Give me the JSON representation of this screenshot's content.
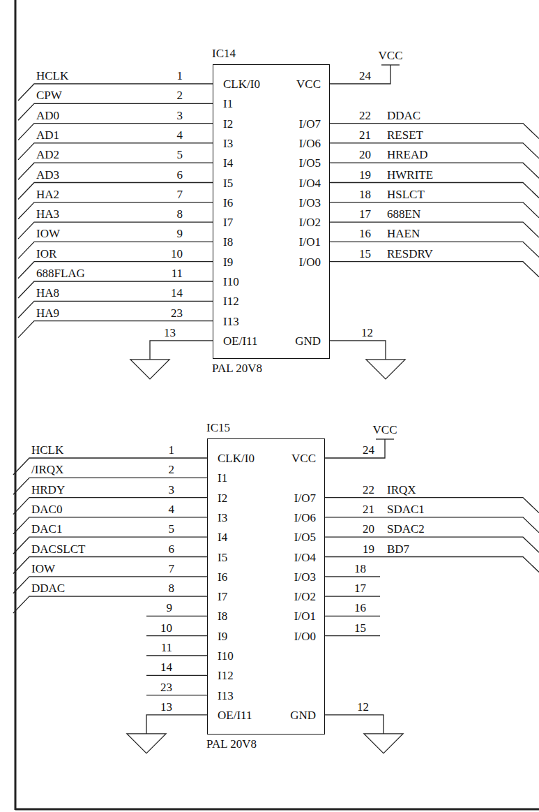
{
  "diagram": {
    "nodes": [
      {
        "text": [
          "IC14",
          "CLK/I0",
          "I1",
          "I2",
          "I3",
          "I4",
          "I5",
          "I6",
          "I7",
          "I8",
          "I9",
          "I10",
          "I12",
          "I13",
          "OE/I11",
          "VCC",
          "I/O7",
          "I/O6",
          "I/O5",
          "I/O4",
          "I/O3",
          "I/O2",
          "I/O1",
          "I/O0",
          "GND",
          "PAL 20V8"
        ]
      },
      {
        "text": [
          "IC15",
          "CLK/I0",
          "I1",
          "I2",
          "I3",
          "I4",
          "I5",
          "I6",
          "I7",
          "I8",
          "I9",
          "I10",
          "I12",
          "I13",
          "OE/I11",
          "VCC",
          "I/O7",
          "I/O6",
          "I/O5",
          "I/O4",
          "I/O3",
          "I/O2",
          "I/O1",
          "I/O0",
          "GND",
          "PAL 20V8"
        ]
      }
    ],
    "labels": [
      "HCLK",
      "1",
      "CPW",
      "2",
      "AD0",
      "3",
      "AD1",
      "4",
      "AD2",
      "5",
      "AD3",
      "6",
      "HA2",
      "7",
      "HA3",
      "8",
      "IOW",
      "9",
      "IOR",
      "10",
      "688FLAG",
      "11",
      "HA8",
      "14",
      "HA9",
      "23",
      "13",
      "VCC",
      "24",
      "22",
      "DDAC",
      "21",
      "RESET",
      "20",
      "HREAD",
      "19",
      "HWRITE",
      "18",
      "HSLCT",
      "17",
      "688EN",
      "16",
      "HAEN",
      "15",
      "RESDRV",
      "12",
      "HCLK",
      "1",
      "/IRQX",
      "2",
      "HRDY",
      "3",
      "DAC0",
      "4",
      "DAC1",
      "5",
      "DACSLCT",
      "6",
      "IOW",
      "7",
      "DDAC",
      "8",
      "9",
      "10",
      "11",
      "14",
      "23",
      "13",
      "VCC",
      "24",
      "22",
      "IRQX",
      "21",
      "SDAC1",
      "20",
      "SDAC2",
      "19",
      "BD7",
      "18",
      "17",
      "16",
      "15",
      "12"
    ]
  }
}
